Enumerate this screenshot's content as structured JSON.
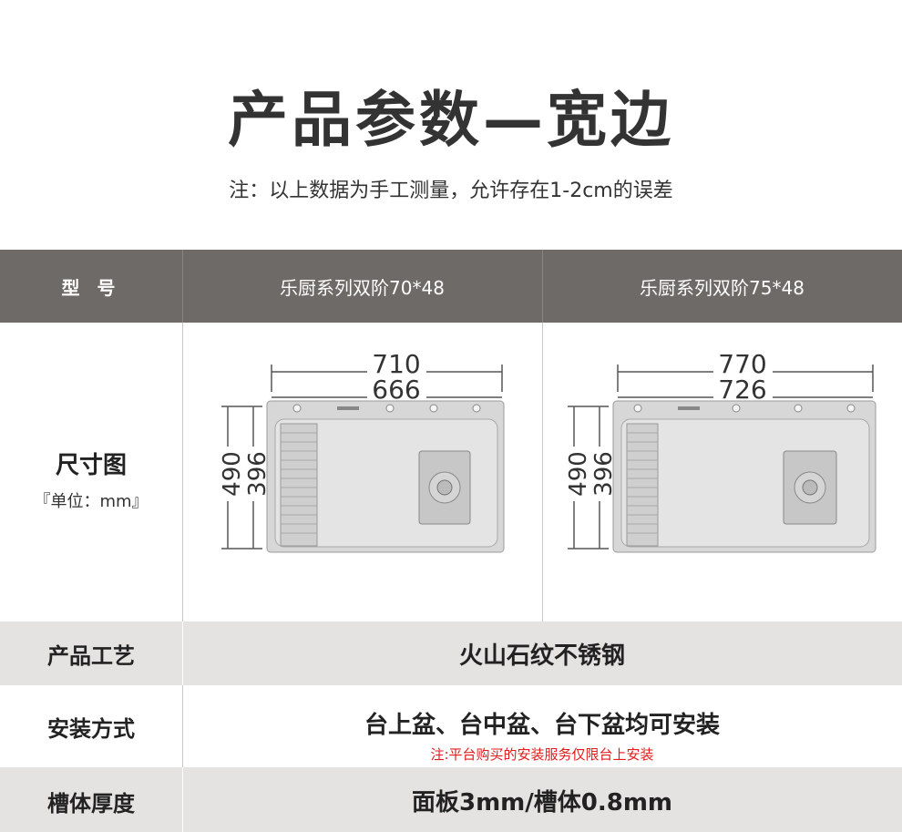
{
  "title": "产品参数—宽边",
  "subtitle": "注：以上数据为手工测量，允许存在1-2cm的误差",
  "header": {
    "label": "型 号",
    "model_a": "乐厨系列双阶70*48",
    "model_b": "乐厨系列双阶75*48"
  },
  "size_row": {
    "label": "尺寸图",
    "unit": "『单位：mm』",
    "diagram_a": {
      "outer_width": "710",
      "inner_width": "666",
      "outer_depth": "490",
      "inner_depth": "396"
    },
    "diagram_b": {
      "outer_width": "770",
      "inner_width": "726",
      "outer_depth": "490",
      "inner_depth": "396"
    }
  },
  "craft_row": {
    "label": "产品工艺",
    "value": "火山石纹不锈钢"
  },
  "install_row": {
    "label": "安装方式",
    "value": "台上盆、台中盆、台下盆均可安装",
    "note": "注:平台购买的安装服务仅限台上安装"
  },
  "thickness_row": {
    "label": "槽体厚度",
    "value": "面板3mm/槽体0.8mm"
  },
  "colors": {
    "header_bg": "#6e6a67",
    "band_bg": "#e4e3e1",
    "note_red": "#e21b1b"
  }
}
